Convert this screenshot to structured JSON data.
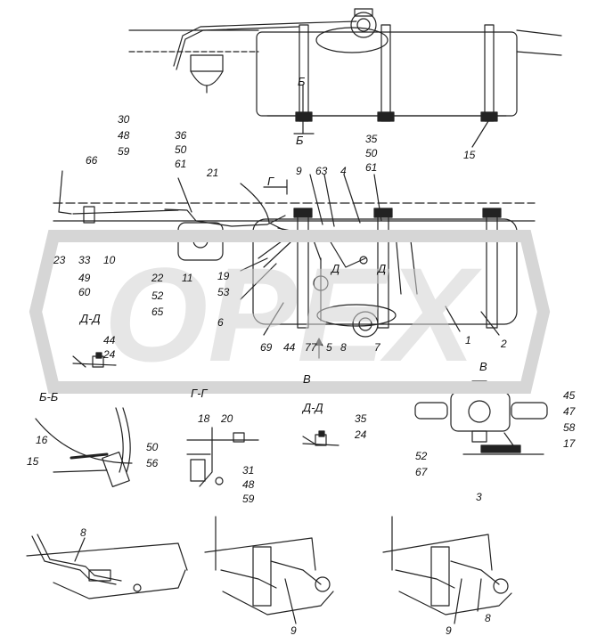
{
  "watermark": {
    "text": "OPEX",
    "color": "#c8c8c8"
  },
  "section_labels": {
    "bb_marker": "Б",
    "bb_marker_bottom": "Б",
    "gg_marker": "Г",
    "dd_marker_left": "Д",
    "dd_marker_right": "Д",
    "v_marker": "В",
    "v_view": "В",
    "section_dd_left": "Д-Д",
    "section_bb": "Б-Б",
    "section_gg": "Г-Г",
    "section_dd_mid": "Д-Д"
  },
  "callouts": {
    "c30": "30",
    "c48a": "48",
    "c59a": "59",
    "c36": "36",
    "c50a": "50",
    "c61a": "61",
    "c35a": "35",
    "c50b": "50",
    "c61b": "61",
    "c15a": "15",
    "c66": "66",
    "c21": "21",
    "c9a": "9",
    "c63": "63",
    "c4": "4",
    "c23": "23",
    "c33": "33",
    "c10": "10",
    "c49": "49",
    "c60": "60",
    "c22": "22",
    "c11": "11",
    "c52a": "52",
    "c65": "65",
    "c19": "19",
    "c53": "53",
    "c6": "6",
    "c69": "69",
    "c44a": "44",
    "c77": "77",
    "c5": "5",
    "c8a": "8",
    "c7": "7",
    "c1": "1",
    "c2": "2",
    "c44b": "44",
    "c24a": "24",
    "c45": "45",
    "c47": "47",
    "c58": "58",
    "c17": "17",
    "c52b": "52",
    "c67": "67",
    "c3": "3",
    "c16": "16",
    "c15b": "15",
    "c50c": "50",
    "c56": "56",
    "c18": "18",
    "c20": "20",
    "c31": "31",
    "c48b": "48",
    "c59b": "59",
    "c35b": "35",
    "c24b": "24",
    "c8b": "8",
    "c9b": "9",
    "c9c": "9",
    "c8c": "8"
  }
}
